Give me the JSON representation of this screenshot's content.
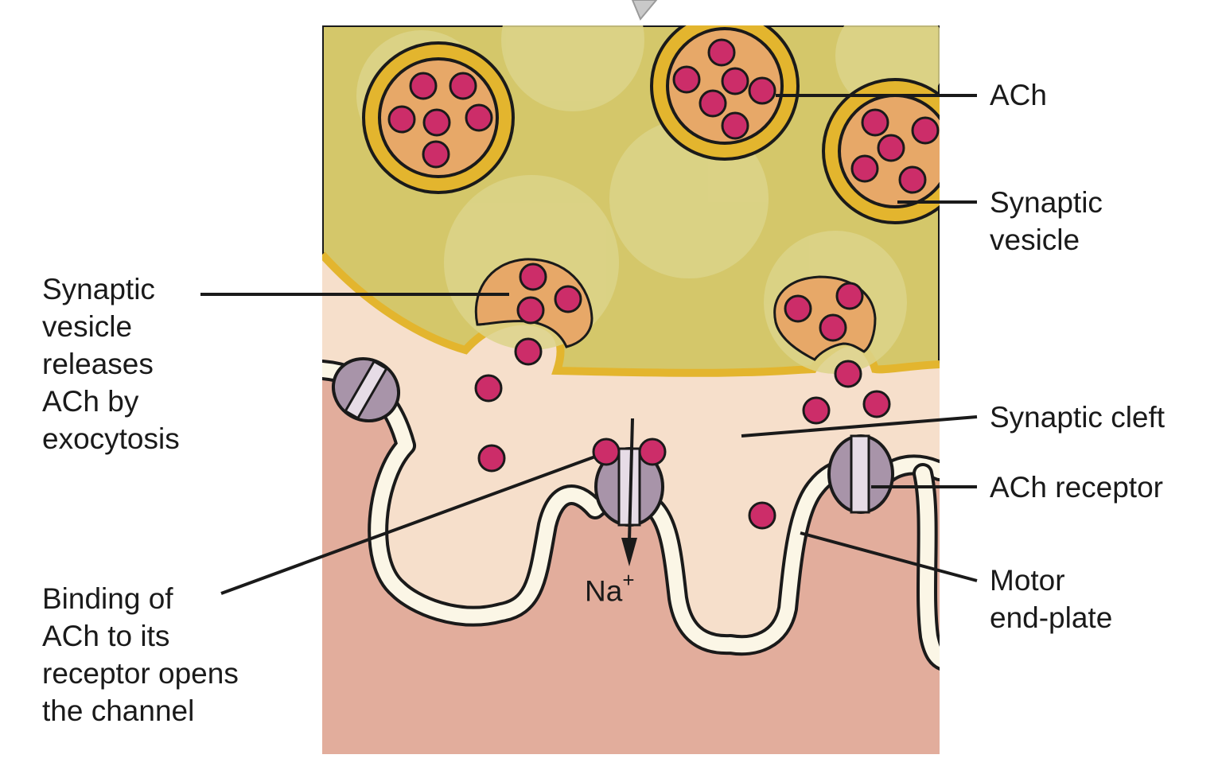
{
  "labels": {
    "ach": "ACh",
    "synaptic_vesicle": [
      "Synaptic",
      "vesicle"
    ],
    "synaptic_cleft": "Synaptic cleft",
    "ach_receptor": "ACh receptor",
    "motor_end_plate": [
      "Motor",
      "end-plate"
    ],
    "vesicle_release": [
      "Synaptic",
      "vesicle",
      "releases",
      "ACh by",
      "exocytosis"
    ],
    "binding": [
      "Binding of",
      "ACh to its",
      "receptor opens",
      "the channel"
    ],
    "ion_base": "Na",
    "ion_charge": "+"
  },
  "colors": {
    "terminal": "#d4c76a",
    "terminal_bubble": "#dcd489",
    "membrane_gold": "#e3b52e",
    "vesicle_fill": "#e7a868",
    "ach_dot": "#cc2d69",
    "cleft": "#f6dfcb",
    "muscle": "#e2ad9c",
    "membrane_cream": "#fbf6e6",
    "receptor": "#a894a9",
    "outline": "#1a1a1a"
  }
}
